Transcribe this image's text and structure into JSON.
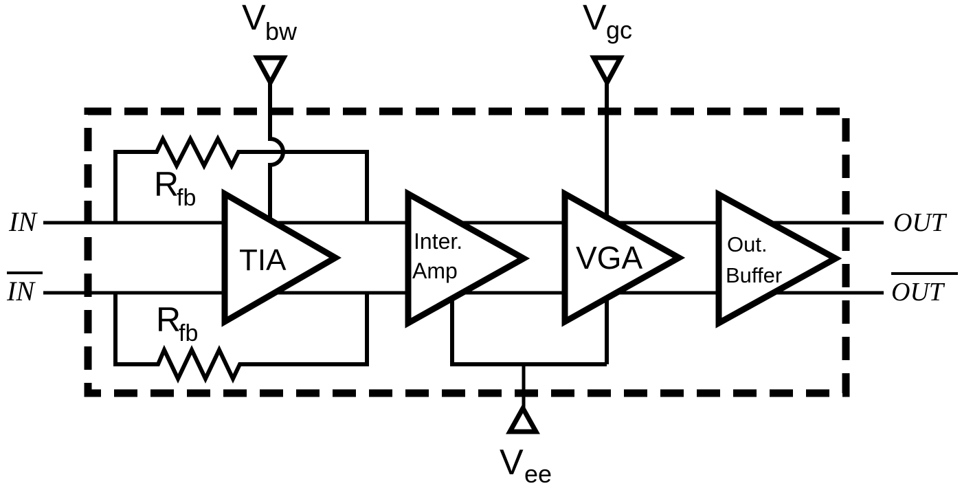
{
  "diagram": {
    "inputs": {
      "in": "IN",
      "in_bar": "IN"
    },
    "outputs": {
      "out": "OUT",
      "out_bar": "OUT"
    },
    "bias_terminals": {
      "vbw": {
        "base": "V",
        "sub": "bw"
      },
      "vgc": {
        "base": "V",
        "sub": "gc"
      },
      "vee": {
        "base": "V",
        "sub": "ee"
      }
    },
    "feedback_resistors": {
      "top": {
        "base": "R",
        "sub": "fb"
      },
      "bottom": {
        "base": "R",
        "sub": "fb"
      }
    },
    "stages": {
      "tia": "TIA",
      "inter_amp_line1": "Inter.",
      "inter_amp_line2": "Amp",
      "vga": "VGA",
      "out_buffer_line1": "Out.",
      "out_buffer_line2": "Buffer"
    },
    "colors": {
      "ink": "#000000",
      "background": "#ffffff"
    }
  }
}
